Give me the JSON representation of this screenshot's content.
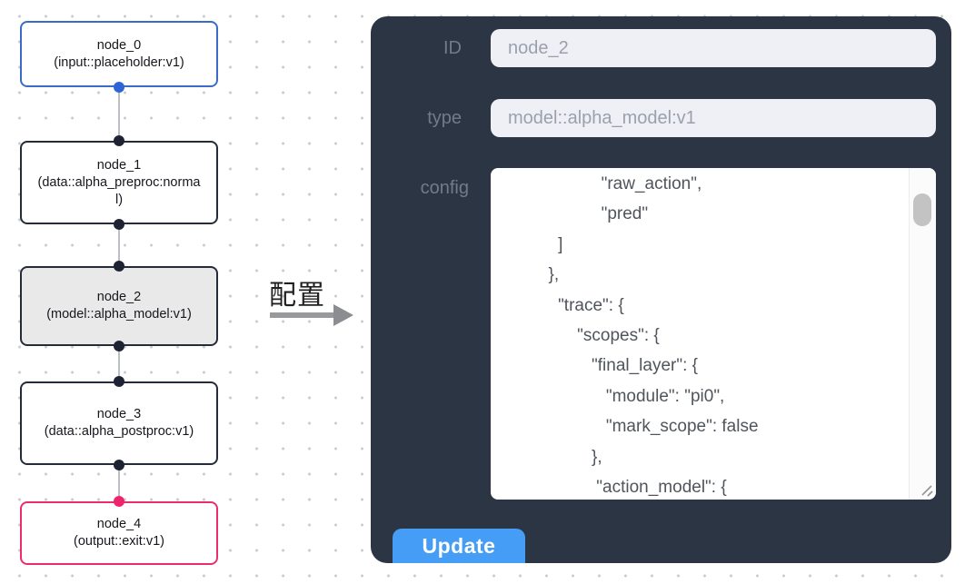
{
  "canvas": {
    "nodes": [
      {
        "name": "node_0",
        "type": "(input::placeholder:v1)",
        "variant": "input"
      },
      {
        "name": "node_1",
        "type": "(data::alpha_preproc:normal)",
        "variant": "default"
      },
      {
        "name": "node_2",
        "type": "(model::alpha_model:v1)",
        "variant": "selected"
      },
      {
        "name": "node_3",
        "type": "(data::alpha_postproc:v1)",
        "variant": "default"
      },
      {
        "name": "node_4",
        "type": "(output::exit:v1)",
        "variant": "output"
      }
    ]
  },
  "transition": {
    "label": "配置"
  },
  "panel": {
    "id_field": {
      "label": "ID",
      "value": "node_2"
    },
    "type_field": {
      "label": "type",
      "value": "model::alpha_model:v1"
    },
    "config_field": {
      "label": "config",
      "value": "                    \"raw_action\",\n                    \"pred\"\n           ]\n         },\n           \"trace\": {\n               \"scopes\": {\n                  \"final_layer\": {\n                     \"module\": \"pi0\",\n                     \"mark_scope\": false\n                  },\n                   \"action_model\": {"
    },
    "update_button": "Update"
  },
  "colors": {
    "node-input-border": "#3a6bc9",
    "node-default-border": "#252b38",
    "node-selected-bg": "#e9e9ea",
    "node-output-border": "#ec2d6d",
    "handle-blue": "#2f63d8",
    "handle-dark": "#1d2333",
    "handle-pink": "#f0246d",
    "edge-gray": "#bcbfc3",
    "panel-bg": "#2c3544",
    "panel-label": "#717b89",
    "input-bg": "#eef0f5",
    "input-text": "#9aa1ad",
    "config-text": "#50555c",
    "update-blue": "#459df6",
    "arrow-gray": "#97999d",
    "dot-grid": "#c9ccd1"
  }
}
